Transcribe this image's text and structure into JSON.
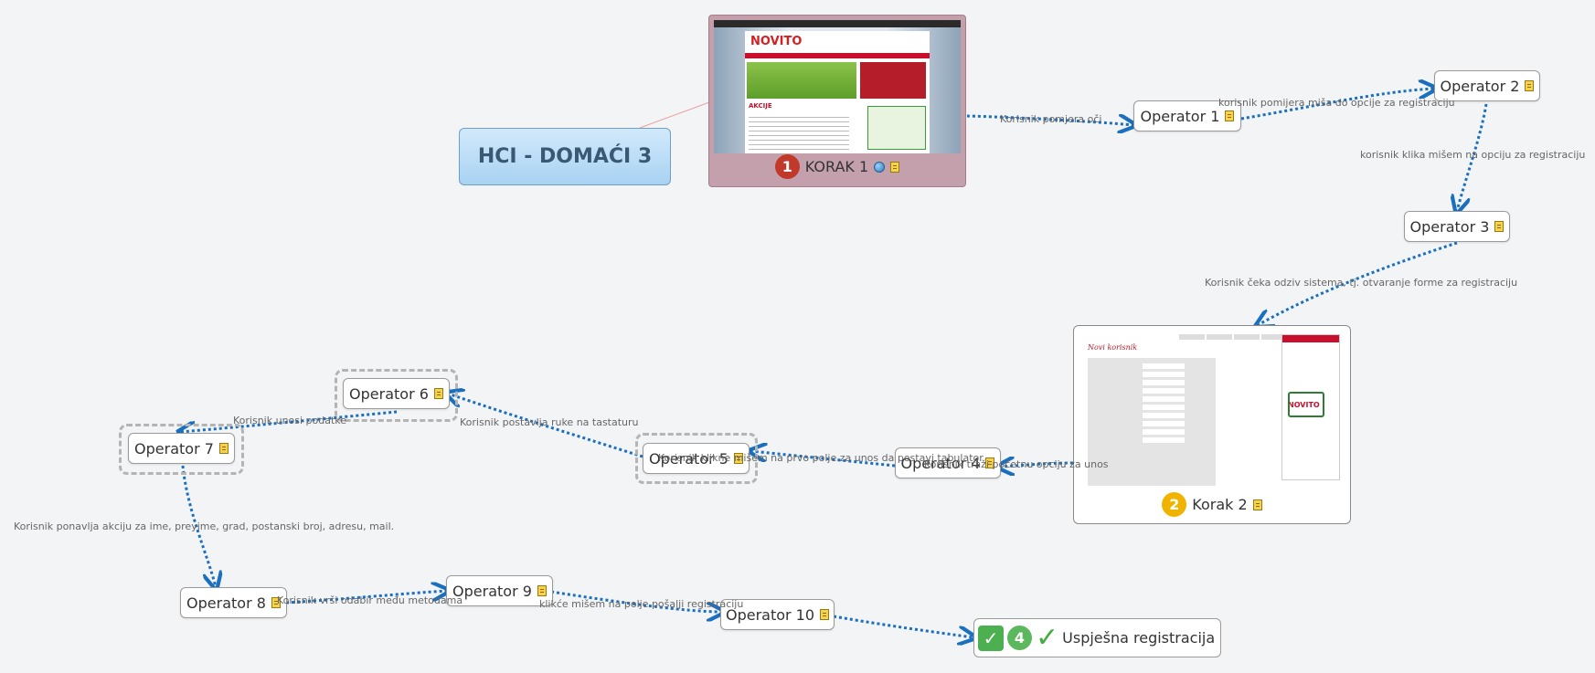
{
  "root": {
    "title": "HCI - DOMAĆI 3"
  },
  "korak1": {
    "label": "KORAK 1",
    "badge": "1",
    "shot_logo": "NOVITO",
    "shot_section": "AKCIJE"
  },
  "korak2": {
    "label": "Korak 2",
    "badge": "2",
    "shot_title": "Novi korisnik",
    "shot_brand": "NOVITO"
  },
  "final": {
    "label": "Uspješna registracija",
    "badge": "4"
  },
  "operators": {
    "op1": "Operator 1",
    "op2": "Operator 2",
    "op3": "Operator 3",
    "op4": "Operator 4",
    "op5": "Operator 5",
    "op6": "Operator 6",
    "op7": "Operator 7",
    "op8": "Operator 8",
    "op9": "Operator 9",
    "op10": "Operator 10"
  },
  "edges": {
    "e_k1_op1": "Korisnik pomjera oči",
    "e_op1_op2": "korisnik pomijera  miša do opcije za registraciju",
    "e_op2_op3": "korisnik klika mišem na opciju za registraciju",
    "e_op3_k2": "Korisnik čeka odziv sistema, tj. otvaranje forme za registraciju",
    "e_k2_op4": "Korisnik traži početnu opciju za unos",
    "e_op4_op5": "Korisnik klikne mišem na prvo polje za unos da postavi tabulator",
    "e_op5_op6": "Korisnik postavlja ruke na tastaturu",
    "e_op6_op7": "Korisnik unosi podatke",
    "e_op7_op8": "Korisnik ponavlja akciju za ime, preyime, grad, postanski broj, adresu, mail.",
    "e_op8_op9": "Korisnik vrši odabir među metodama",
    "e_op9_op10": "klikće mišem na polje pošalji registraciju"
  },
  "colors": {
    "connector": "#1a6fbf",
    "root_fill": "#bcdcf6",
    "korak1_fill": "#c4a0ac",
    "badge1": "#c0392b",
    "badge2": "#f0b400",
    "badge4": "#5cb85c"
  },
  "icons": {
    "note": "note-icon",
    "globe": "globe-icon",
    "check": "checkbox-icon",
    "tick": "checkmark-icon"
  }
}
